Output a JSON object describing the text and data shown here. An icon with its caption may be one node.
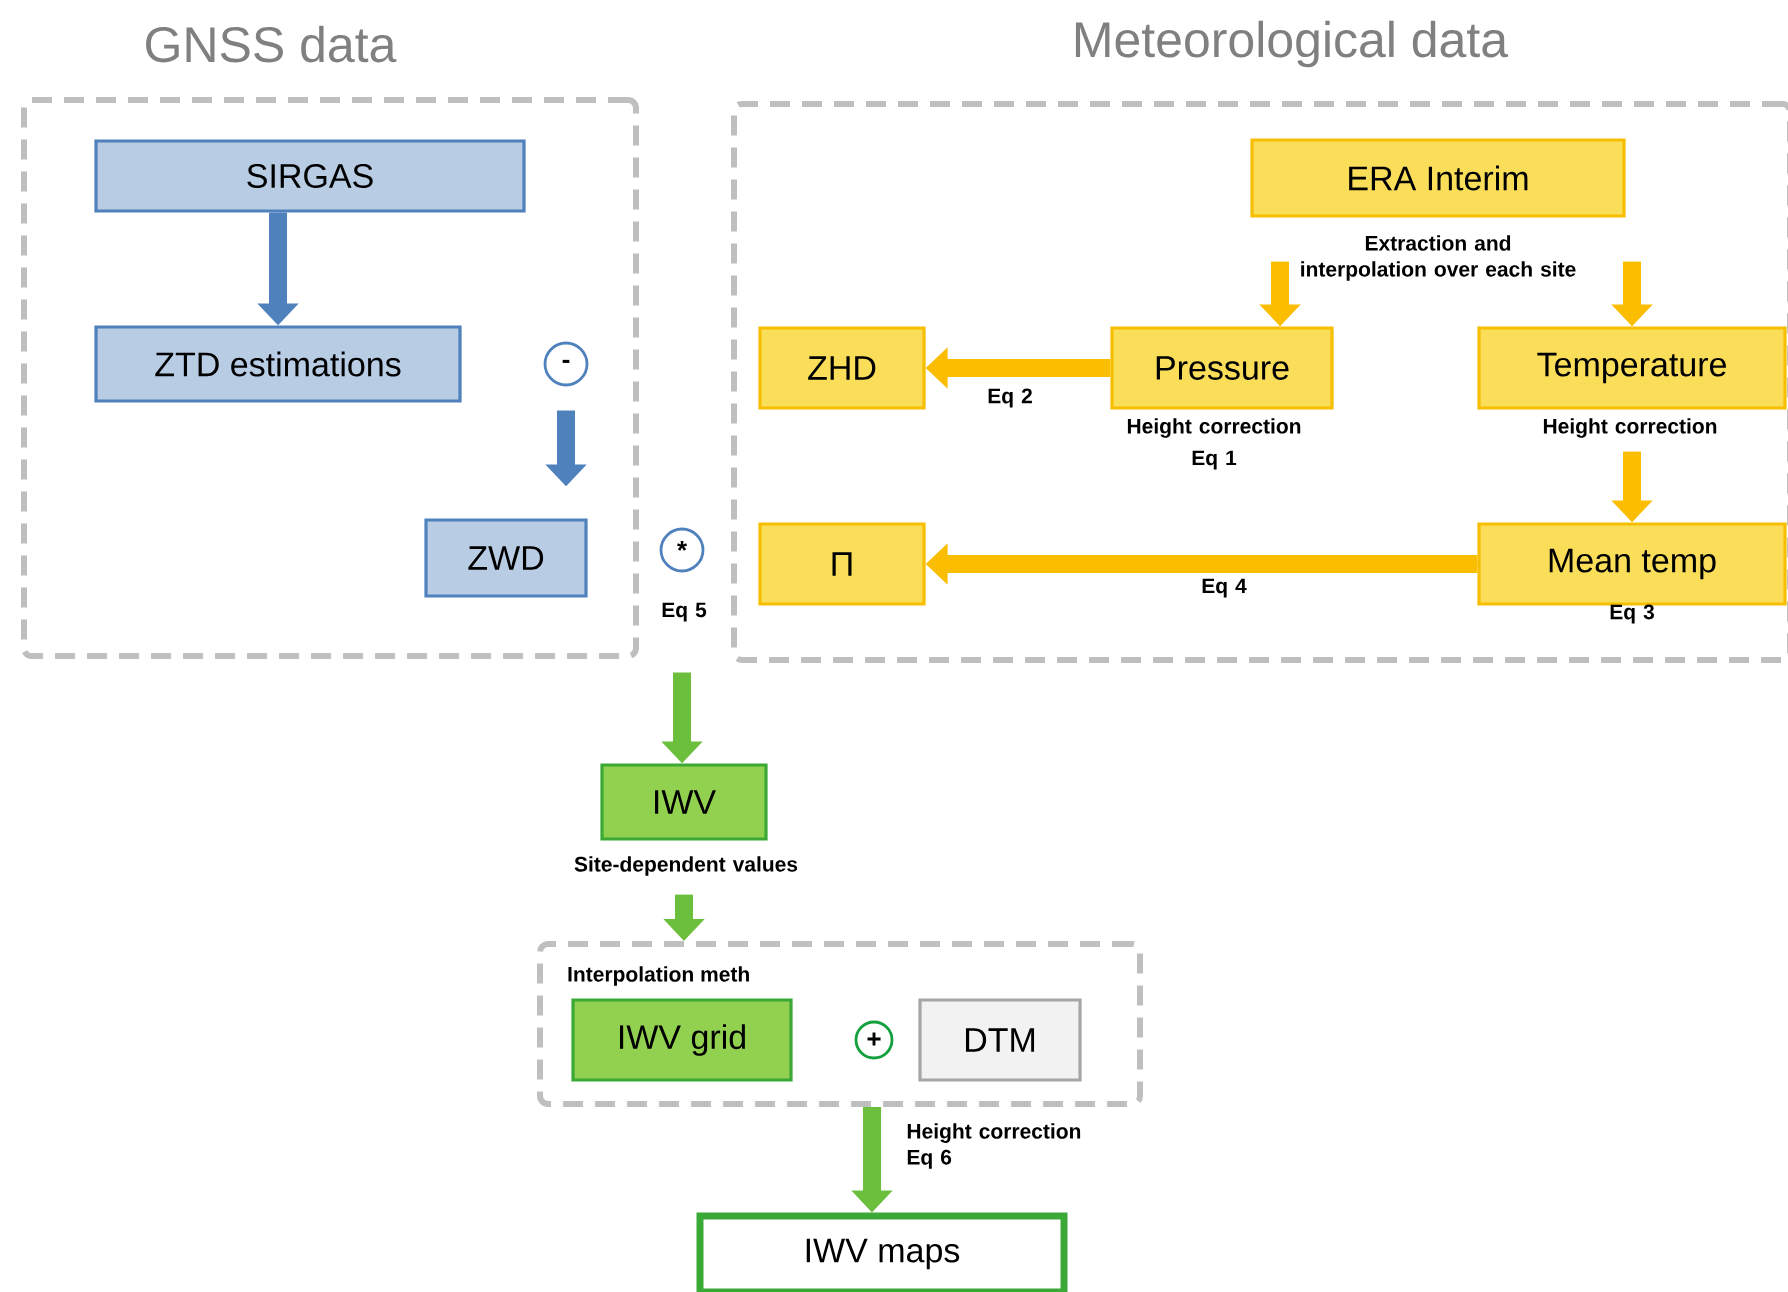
{
  "diagram": {
    "nodes": [
      {
        "text": [
          "GNSS data"
        ]
      },
      {
        "text": [
          "SIRGAS"
        ],
        "in": 0
      },
      {
        "text": [
          "ZTD estimations"
        ],
        "in": 0
      },
      {
        "text": [
          "-"
        ],
        "in": 0
      },
      {
        "text": [
          "ZWD"
        ],
        "in": 0
      },
      {
        "text": [
          "Meteorological data"
        ]
      },
      {
        "text": [
          "ERA Interim"
        ],
        "in": 5,
        "beside": [
          "Extraction and interpolation over each site"
        ]
      },
      {
        "text": [
          "ZHD"
        ],
        "in": 5
      },
      {
        "text": [
          "Pressure"
        ],
        "in": 5,
        "beside": [
          "Height correction",
          "Eq 1"
        ]
      },
      {
        "text": [
          "Temperature"
        ],
        "in": 5,
        "beside": [
          "Height correction"
        ]
      },
      {
        "text": [
          "Π"
        ],
        "in": 5
      },
      {
        "text": [
          "Mean temp"
        ],
        "in": 5,
        "beside": [
          "Eq 3"
        ]
      },
      {
        "text": [
          "*"
        ],
        "beside": [
          "Eq 5"
        ]
      },
      {
        "text": [
          "IWV"
        ],
        "beside": [
          "Site-dependent values"
        ]
      },
      {
        "text": [
          "Interpolation meth"
        ]
      },
      {
        "text": [
          "IWV grid"
        ],
        "in": 14
      },
      {
        "text": [
          "+"
        ],
        "in": 14
      },
      {
        "text": [
          "DTM"
        ],
        "in": 14
      },
      {
        "text": [
          "IWV  maps"
        ]
      }
    ],
    "edges": [
      {
        "from": 1,
        "to": 2,
        "arrow": "to",
        "color": "#4f81bd"
      },
      {
        "from": 3,
        "to": 4,
        "arrow": "to",
        "color": "#4f81bd"
      },
      {
        "from": 6,
        "to": 8,
        "arrow": "to",
        "color": "#fbbd00"
      },
      {
        "from": 6,
        "to": 9,
        "arrow": "to",
        "color": "#fbbd00"
      },
      {
        "from": 8,
        "to": 7,
        "arrow": "to",
        "label": "Eq 2",
        "color": "#fbbd00"
      },
      {
        "from": 9,
        "to": 11,
        "arrow": "to",
        "color": "#fbbd00"
      },
      {
        "from": 11,
        "to": 10,
        "arrow": "to",
        "label": "Eq 4",
        "color": "#fbbd00"
      },
      {
        "from": 12,
        "to": 13,
        "arrow": "to",
        "color": "#6cbf3c"
      },
      {
        "from": 13,
        "to": 14,
        "arrow": "to",
        "color": "#6cbf3c"
      },
      {
        "from": 14,
        "to": 18,
        "arrow": "to",
        "label": "Height correction Eq 6",
        "color": "#6cbf3c"
      }
    ]
  }
}
